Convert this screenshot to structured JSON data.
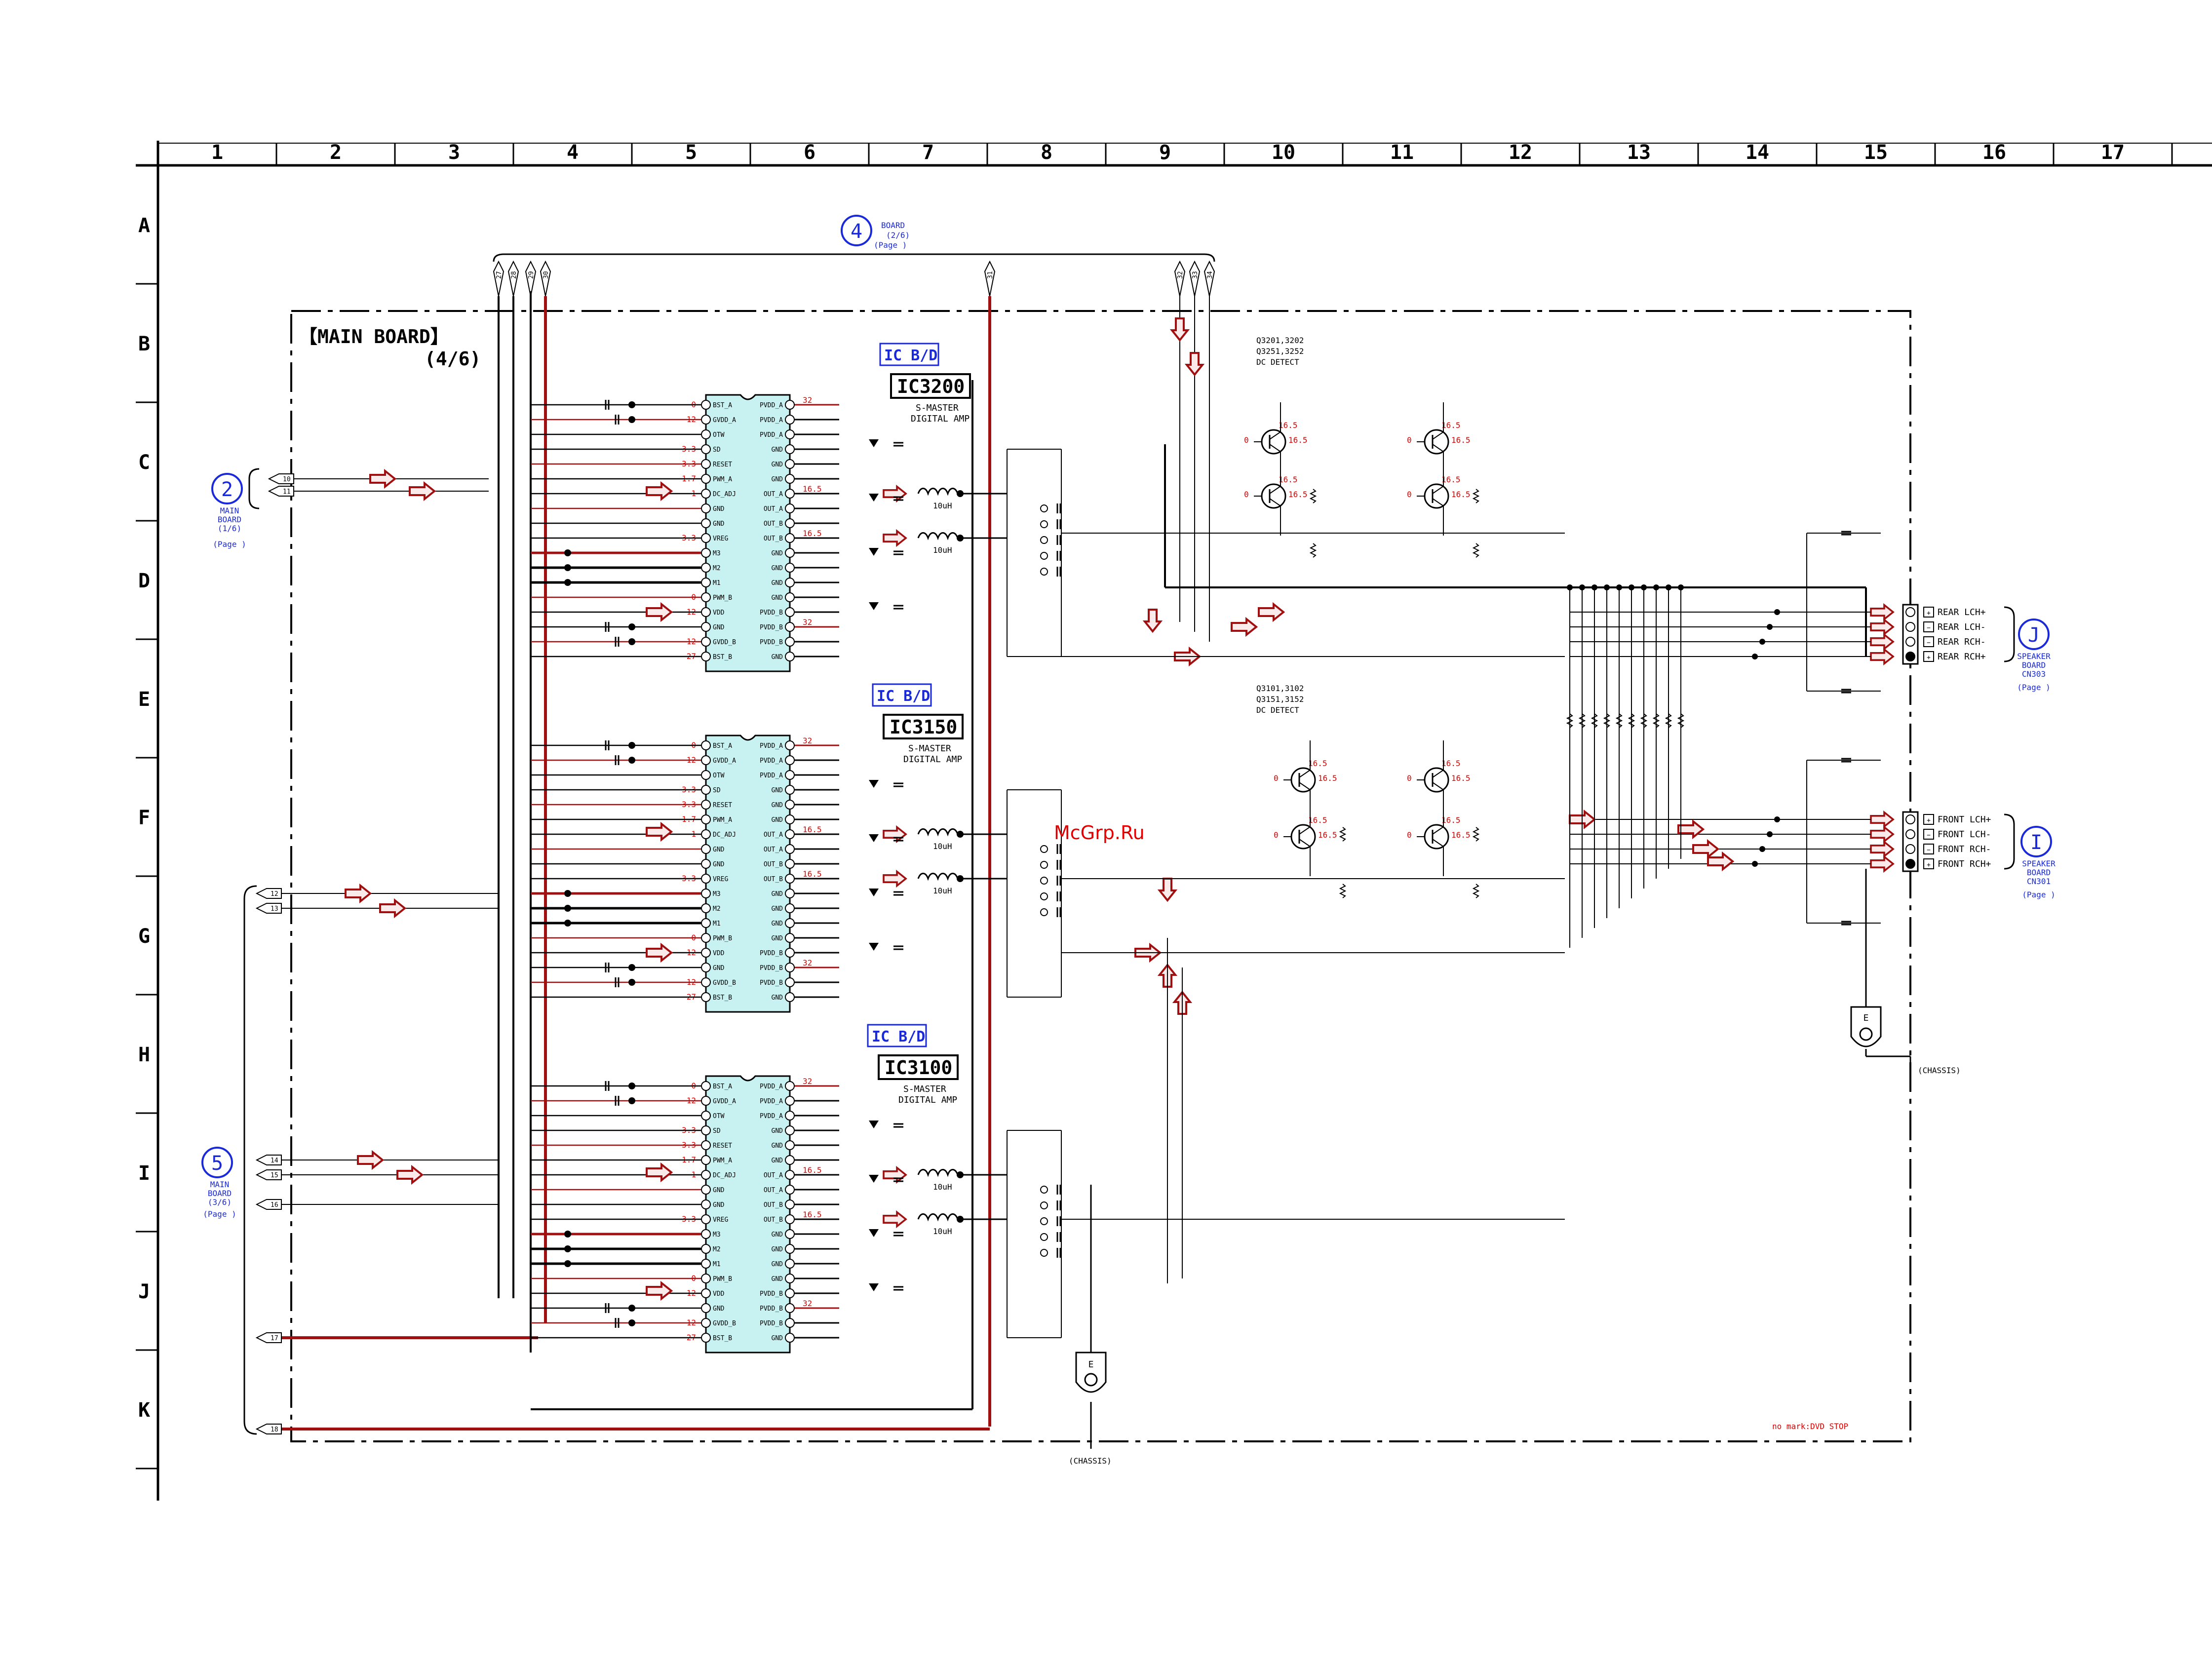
{
  "grid": {
    "columns": [
      "1",
      "2",
      "3",
      "4",
      "5",
      "6",
      "7",
      "8",
      "9",
      "10",
      "11",
      "12",
      "13",
      "14",
      "15",
      "16",
      "17"
    ],
    "rows": [
      "A",
      "B",
      "C",
      "D",
      "E",
      "F",
      "G",
      "H",
      "I",
      "J",
      "K"
    ]
  },
  "board": {
    "title": "【MAIN BOARD】",
    "subtitle": "(4/6)"
  },
  "watermark": "McGrp.Ru",
  "note": "no mark:DVD STOP",
  "chassis_label": "(CHASSIS)",
  "ics": [
    {
      "id": "ic3200",
      "tag": "IC B/D",
      "name": "IC3200",
      "desc1": "S-MASTER",
      "desc2": "DIGITAL AMP"
    },
    {
      "id": "ic3150",
      "tag": "IC B/D",
      "name": "IC3150",
      "desc1": "S-MASTER",
      "desc2": "DIGITAL AMP"
    },
    {
      "id": "ic3100",
      "tag": "IC B/D",
      "name": "IC3100",
      "desc1": "S-MASTER",
      "desc2": "DIGITAL AMP"
    }
  ],
  "pins_left": [
    "BST_A",
    "GVDD_A",
    "OTW",
    "SD",
    "RESET",
    "PWM_A",
    "DC_ADJ",
    "GND",
    "GND",
    "VREG",
    "M3",
    "M2",
    "M1",
    "PWM_B",
    "VDD",
    "GND",
    "GVDD_B",
    "BST_B"
  ],
  "pins_right": [
    "PVDD_A",
    "PVDD_A",
    "PVDD_A",
    "GND",
    "GND",
    "GND",
    "OUT_A",
    "OUT_A",
    "OUT_B",
    "OUT_B",
    "GND",
    "GND",
    "GND",
    "GND",
    "PVDD_B",
    "PVDD_B",
    "PVDD_B",
    "GND"
  ],
  "volt_left": [
    "0",
    "12",
    "",
    "3.3",
    "3.3",
    "1.7",
    "1",
    "",
    "",
    "3.3",
    "",
    "",
    "",
    "0",
    "12",
    "",
    "12",
    "27"
  ],
  "volt_right": [
    "32",
    "",
    "",
    "",
    "",
    "",
    "16.5",
    "",
    "",
    "16.5",
    "",
    "",
    "",
    "",
    "",
    "32",
    "",
    ""
  ],
  "transistor_groups": [
    {
      "name": "Q3201,3202",
      "line2": "Q3251,3252",
      "func": "DC DETECT"
    },
    {
      "name": "Q3101,3102",
      "line2": "Q3151,3152",
      "func": "DC DETECT"
    }
  ],
  "transistor_volts": [
    "16.5",
    "0"
  ],
  "inductor_label": "10uH",
  "connectors": {
    "main_board_2": {
      "num": "2",
      "l1": "MAIN",
      "l2": "BOARD",
      "l3": "(1/6)",
      "l4": "(Page    )",
      "pins": [
        "10",
        "11"
      ]
    },
    "board_4": {
      "num": "4",
      "l1": "BOARD",
      "l2": "(2/6)",
      "l3": "(Page    )",
      "pins_left": [
        "27",
        "28",
        "29",
        "30"
      ],
      "pin_mid": "31",
      "pins_right": [
        "32",
        "33",
        "34"
      ]
    },
    "main_board_5": {
      "num": "5",
      "l1": "MAIN",
      "l2": "BOARD",
      "l3": "(3/6)",
      "l4": "(Page    )",
      "pins": [
        "12",
        "13",
        "14",
        "15",
        "16",
        "17",
        "18"
      ]
    },
    "speaker_j": {
      "num": "J",
      "l1": "SPEAKER",
      "l2": "BOARD",
      "l3": "CN303",
      "l4": "(Page    )",
      "labels": [
        "REAR LCH+",
        "REAR LCH-",
        "REAR RCH-",
        "REAR RCH+"
      ]
    },
    "speaker_i": {
      "num": "I",
      "l1": "SPEAKER",
      "l2": "BOARD",
      "l3": "CN301",
      "l4": "(Page    )",
      "labels": [
        "FRONT LCH+",
        "FRONT LCH-",
        "FRONT RCH-",
        "FRONT RCH+"
      ]
    }
  },
  "colors": {
    "line": "#000000",
    "power": "#a01010",
    "ic_fill": "#c8f2f2",
    "accent": "#1a2ad8",
    "voltage": "#e00000"
  }
}
